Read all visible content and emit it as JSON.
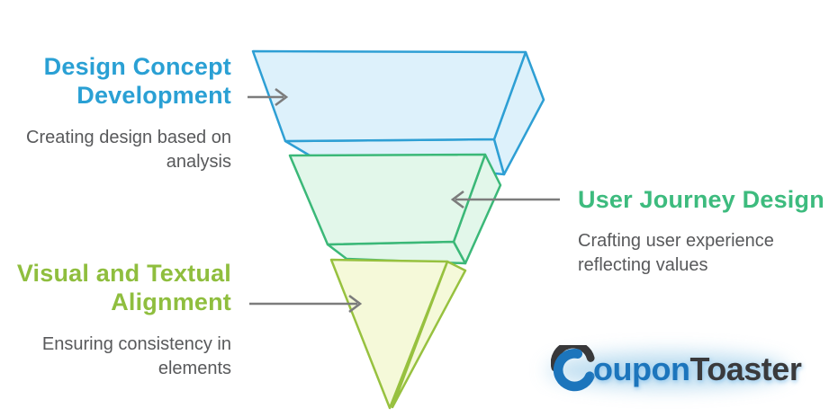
{
  "diagram": {
    "background": "#FFFFFF",
    "text_color": "#58595B",
    "arrow_color": "#7C7C7C",
    "stages": [
      {
        "id": "design-concept-development",
        "title": "Design Concept\nDevelopment",
        "description": "Creating design based on\nanalysis",
        "title_color": "#2AA0D4",
        "shape_stroke": "#2E9FD4",
        "shape_fill": "#DDF1FB",
        "label_side": "left"
      },
      {
        "id": "user-journey-design",
        "title": "User Journey Design",
        "description": "Crafting user experience\nreflecting values",
        "title_color": "#3DBB7E",
        "shape_stroke": "#3BB878",
        "shape_fill": "#E2F7EA",
        "label_side": "right"
      },
      {
        "id": "visual-and-textual-alignment",
        "title": "Visual and Textual\nAlignment",
        "description": "Ensuring consistency in\nelements",
        "title_color": "#8FBE3E",
        "shape_stroke": "#97C13F",
        "shape_fill": "#F5F9D9",
        "label_side": "left"
      }
    ]
  },
  "logo": {
    "brand": "CouponToaster",
    "part1": "oupon",
    "part2": "Toaster",
    "part1_color": "#1C75BC",
    "part2_color": "#3A3A3C",
    "icon": "c-swoosh-icon",
    "glow_color": "#A9D3EC"
  }
}
